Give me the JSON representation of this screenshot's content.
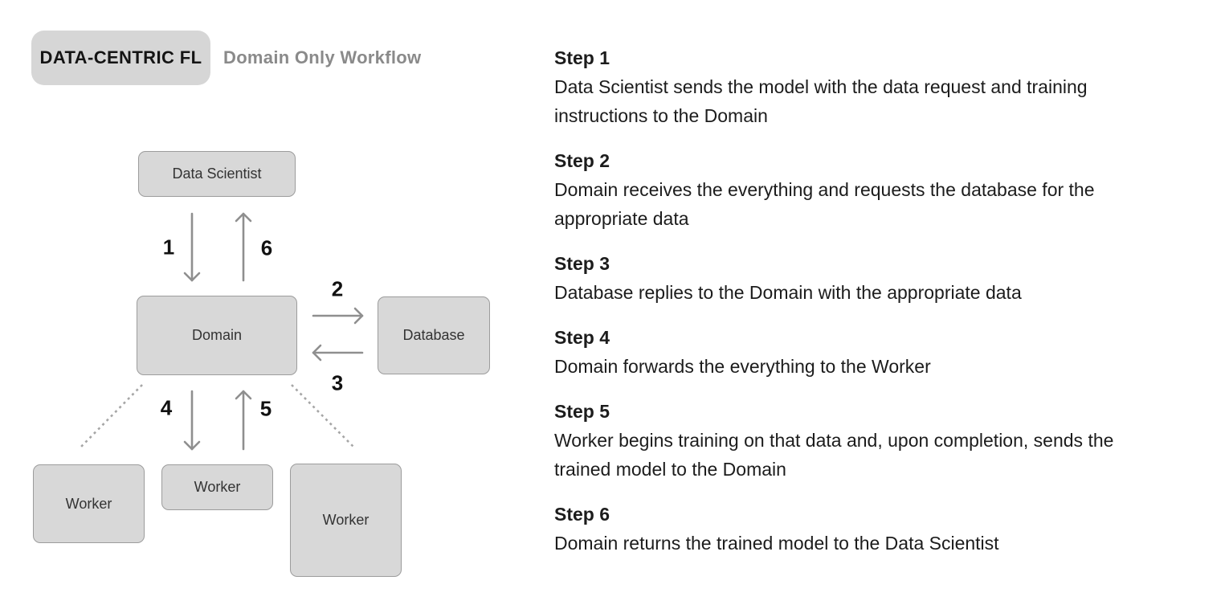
{
  "header": {
    "badge_label": "DATA-CENTRIC FL",
    "subtitle": "Domain Only Workflow"
  },
  "diagram": {
    "nodes": [
      {
        "id": "data-scientist",
        "label": "Data Scientist"
      },
      {
        "id": "domain",
        "label": "Domain"
      },
      {
        "id": "database",
        "label": "Database"
      },
      {
        "id": "worker-left",
        "label": "Worker"
      },
      {
        "id": "worker-middle",
        "label": "Worker"
      },
      {
        "id": "worker-right",
        "label": "Worker"
      }
    ],
    "arrow_labels": [
      "1",
      "2",
      "3",
      "4",
      "5",
      "6"
    ]
  },
  "steps": [
    {
      "title": "Step 1",
      "description": "Data Scientist sends the model with the data request and training instructions to the Domain"
    },
    {
      "title": "Step 2",
      "description": "Domain receives the everything and requests the database for the appropriate data"
    },
    {
      "title": "Step 3",
      "description": "Database replies to the Domain with the appropriate data"
    },
    {
      "title": "Step 4",
      "description": "Domain forwards the everything to the Worker"
    },
    {
      "title": "Step 5",
      "description": "Worker begins training on that data and, upon completion, sends the trained model to the Domain"
    },
    {
      "title": "Step 6",
      "description": "Domain returns the trained model to the Data Scientist"
    }
  ],
  "colors": {
    "background": "#ffffff",
    "box_fill": "#d8d8d8",
    "box_border": "#9c9c9c",
    "node_text": "#333333",
    "arrow": "#8f8f8f",
    "dotted_line": "#a6a6a6",
    "badge_bg": "#d6d6d6",
    "badge_text": "#141414",
    "subtitle_text": "#8a8a8a",
    "number_text": "#111111",
    "step_text": "#1c1c1c"
  }
}
